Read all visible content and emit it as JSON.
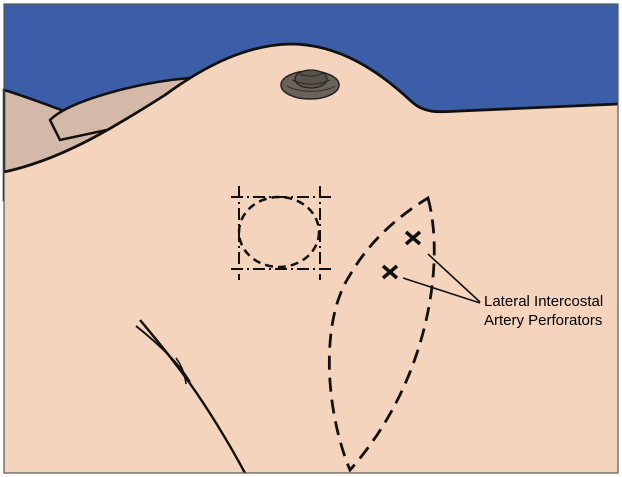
{
  "annotation": {
    "line1": "Lateral Intercostal",
    "line2": "Artery Perforators"
  },
  "palette": {
    "background_sky": "#3c5ea8",
    "skin": "#f5d4bd",
    "skin_shadow": "#d4b8a8",
    "outline": "#111111",
    "nipple": "#5d5650"
  },
  "perforators": {
    "count": 2,
    "marker": "cross"
  }
}
